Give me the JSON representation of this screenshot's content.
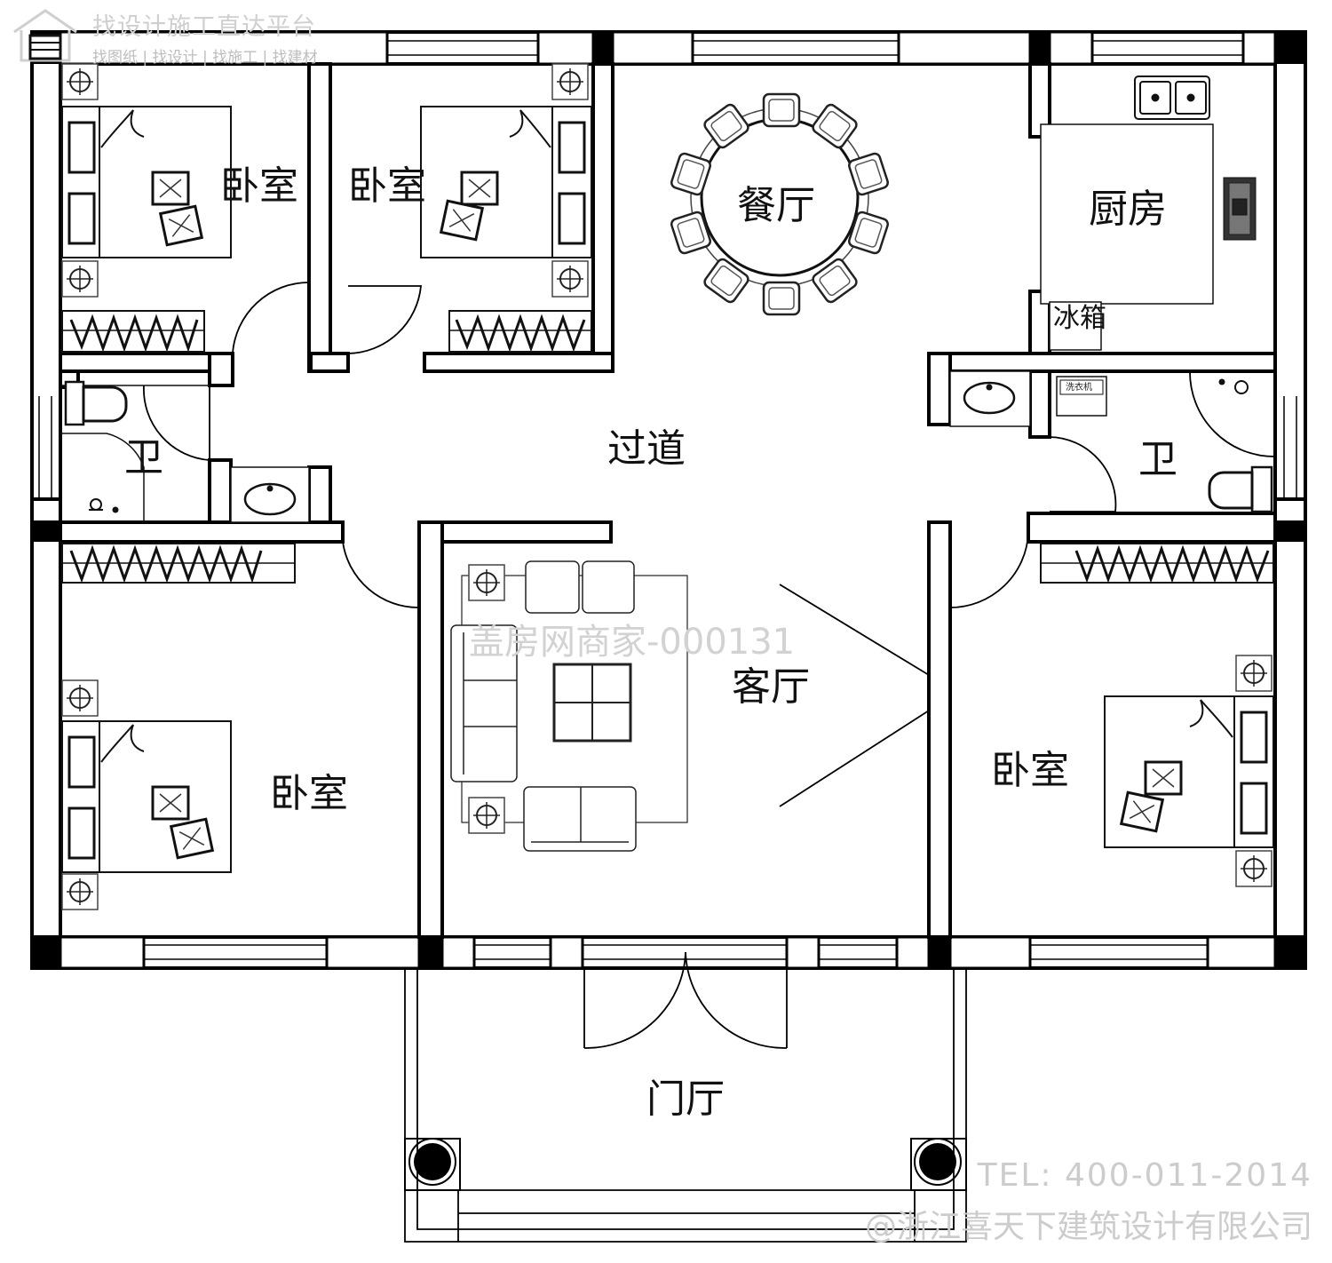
{
  "watermark": {
    "platform_title": "找设计施工直达平台",
    "platform_links": "找图纸 | 找设计 | 找施工 | 找建材",
    "id_code": "盖房网商家-000131",
    "tel": "TEL: 400-011-2014",
    "copyright": "@浙江喜天下建筑设计有限公司"
  },
  "rooms": {
    "bedroom_top_left": "卧室",
    "bedroom_top_mid": "卧室",
    "dining": "餐厅",
    "kitchen": "厨房",
    "fridge": "冰箱",
    "corridor": "过道",
    "bath_left": "卫",
    "bath_right": "卫",
    "washer": "洗衣机",
    "living": "客厅",
    "bedroom_bottom_left": "卧室",
    "bedroom_bottom_right": "卧室",
    "entrance": "门厅"
  }
}
